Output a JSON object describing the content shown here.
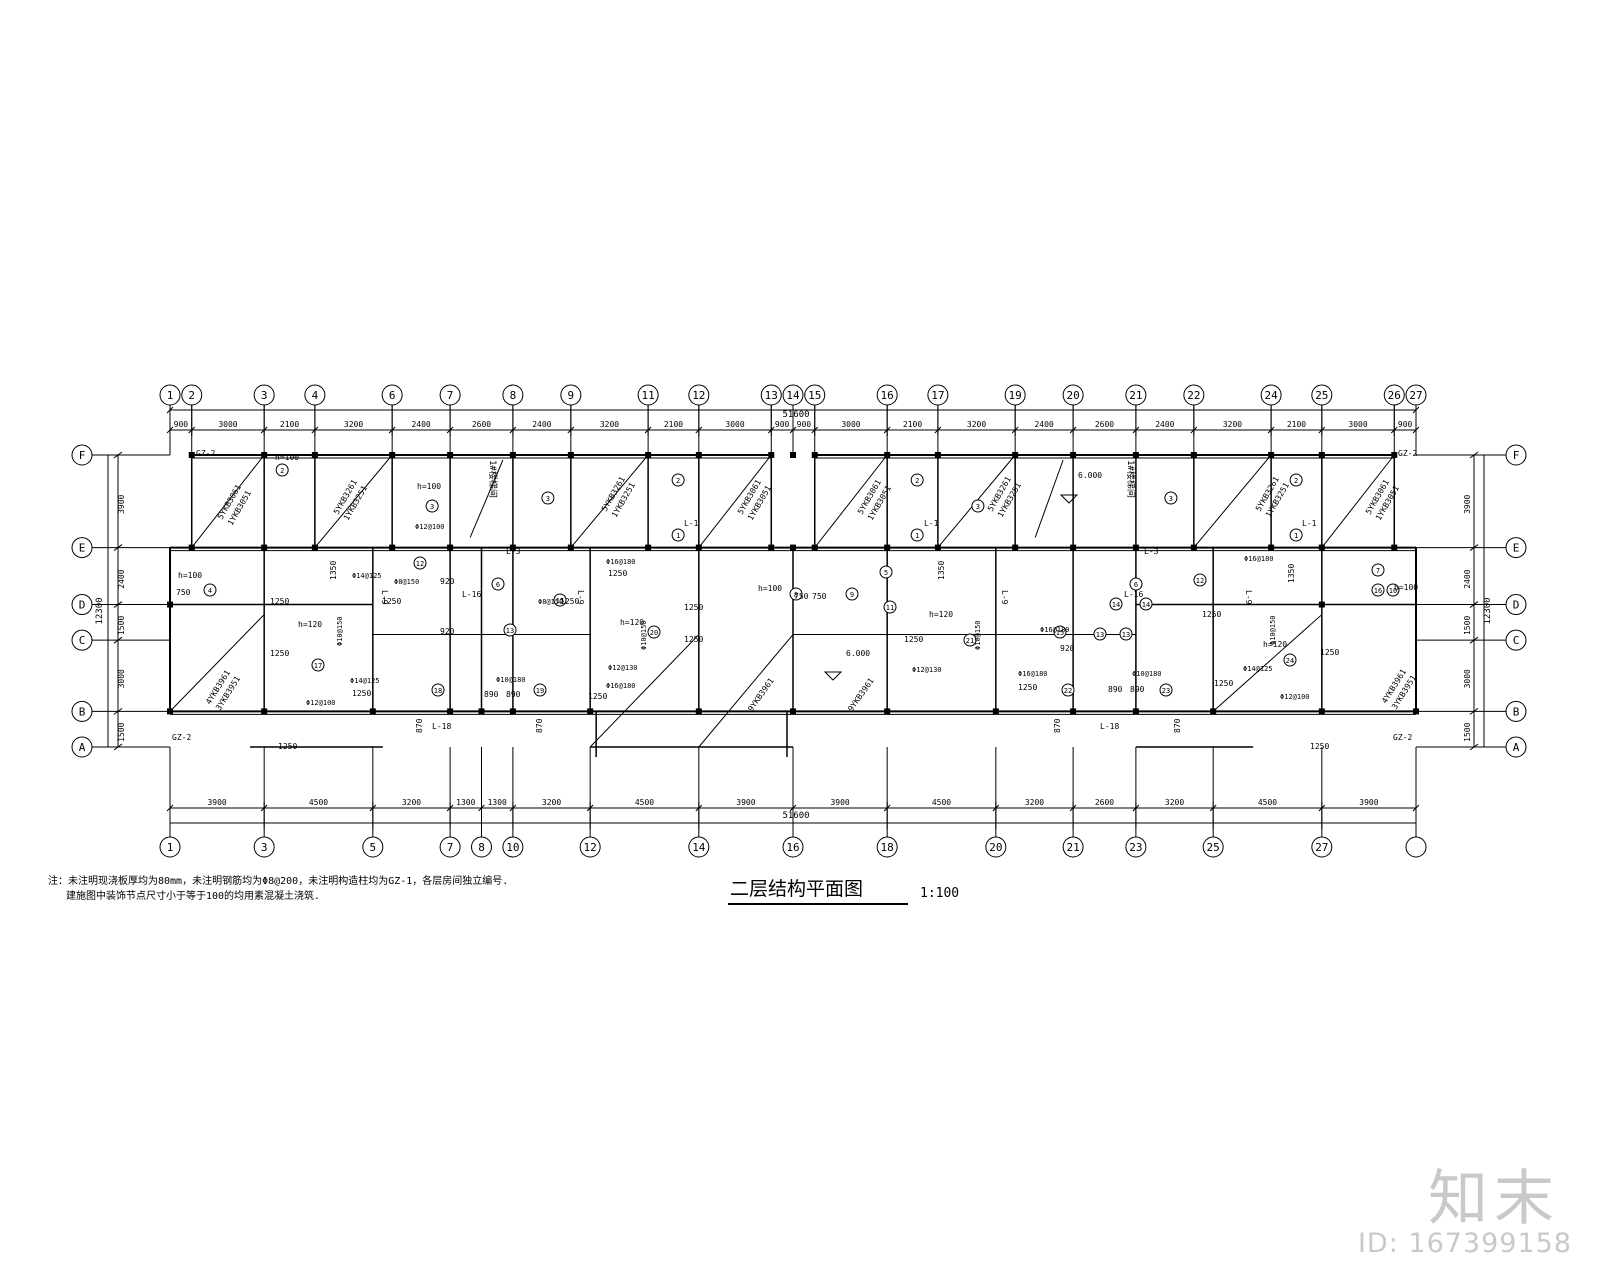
{
  "drawing": {
    "title": "二层结构平面图",
    "scale": "1:100",
    "notes": [
      "注：未注明现浇板厚均为80mm，未注明钢筋均为Φ8@200，未注明构造柱均为GZ-1，各层房间独立编号.",
      "建施图中装饰节点尺寸小于等于100的均用素混凝土浇筑."
    ],
    "overall_dim": "51600",
    "top_axes": [
      "1",
      "2",
      "3",
      "4",
      "6",
      "7",
      "8",
      "9",
      "11",
      "12",
      "13",
      "14",
      "15",
      "16",
      "17",
      "19",
      "20",
      "21",
      "22",
      "24",
      "25",
      "26",
      "27"
    ],
    "top_dims": [
      "900",
      "3000",
      "2100",
      "3200",
      "2400",
      "2600",
      "2400",
      "3200",
      "2100",
      "3000",
      "900",
      "900",
      "3000",
      "2100",
      "3200",
      "2400",
      "2600",
      "2400",
      "3200",
      "2100",
      "3000",
      "900"
    ],
    "bottom_axes": [
      "1",
      "3",
      "5",
      "7",
      "8",
      "10",
      "12",
      "14",
      "16",
      "18",
      "20",
      "21",
      "23",
      "25",
      "27"
    ],
    "bottom_dims": [
      "3900",
      "4500",
      "3200",
      "1300",
      "1300",
      "3200",
      "4500",
      "3900",
      "3900",
      "4500",
      "3200",
      "2600",
      "3200",
      "4500",
      "3900"
    ],
    "row_axes": [
      "F",
      "E",
      "D",
      "C",
      "B",
      "A"
    ],
    "row_dims": [
      "3900",
      "2400",
      "1500",
      "3000",
      "1500"
    ],
    "total_height_dim": "12300",
    "labels": {
      "gz2": "GZ-2",
      "h100": "h=100",
      "h120": "h=120",
      "slab_5": "5YKB3061",
      "slab_1": "1YKB3051",
      "slab_5b": "5YKB3261",
      "slab_1b": "1YKB3251",
      "slab_4": "4YKB3961",
      "slab_3": "3YKB3951",
      "slab_9a": "9YKB3961",
      "slab_9b": "9YKB3961",
      "stair": "1#楼梯间",
      "elev": "6.000",
      "beam_l1": "L-1",
      "beam_l3": "L-3",
      "beam_l9": "L-9",
      "beam_l16": "L-16",
      "beam_l18": "L-18",
      "reb_1": "Φ12@100",
      "reb_2": "Φ14@125",
      "reb_3": "Φ10@150",
      "reb_4": "Φ16@180",
      "reb_5": "Φ12@130",
      "reb_6": "Φ8@150",
      "reb_7": "Φ10@180",
      "d1250": "1250",
      "d920": "920",
      "d890": "890",
      "d870": "870",
      "d1350": "1350",
      "d750": "750"
    }
  },
  "watermark": {
    "logo": "知末",
    "id": "ID: 167399158"
  }
}
